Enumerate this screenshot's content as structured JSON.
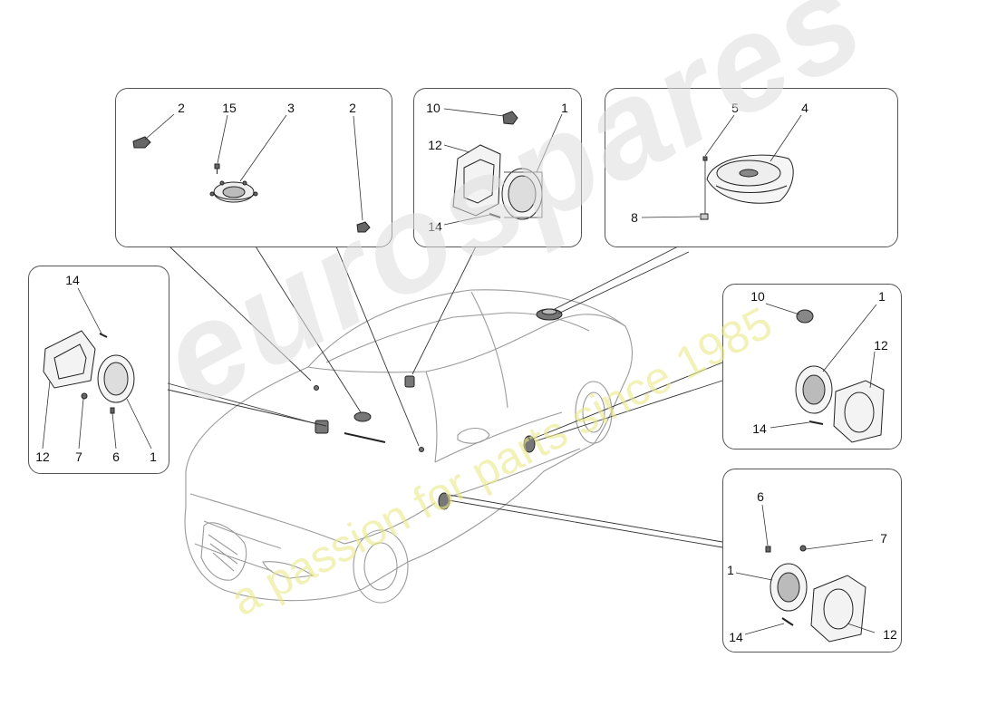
{
  "watermark": {
    "brand": "eurospares",
    "tagline": "a passion for parts since 1985",
    "brand_color": "#d9d9d9",
    "tagline_color": "#f2f2a6"
  },
  "callouts": {
    "front_center": {
      "c2a": "2",
      "c15": "15",
      "c3": "3",
      "c2b": "2"
    },
    "front_mid": {
      "c10": "10",
      "c1": "1",
      "c12": "12",
      "c14": "14"
    },
    "rear_shelf": {
      "c5": "5",
      "c4": "4",
      "c8": "8"
    },
    "left_front_door": {
      "c14": "14",
      "c12": "12",
      "c7": "7",
      "c6": "6",
      "c1": "1"
    },
    "rear_door_upper": {
      "c10": "10",
      "c1": "1",
      "c12": "12",
      "c14": "14"
    },
    "rear_door_lower": {
      "c6": "6",
      "c7": "7",
      "c1": "1",
      "c14": "14",
      "c12": "12"
    }
  },
  "colors": {
    "line": "#333333",
    "car_line": "#9a9a9a",
    "frame": "#555555"
  }
}
